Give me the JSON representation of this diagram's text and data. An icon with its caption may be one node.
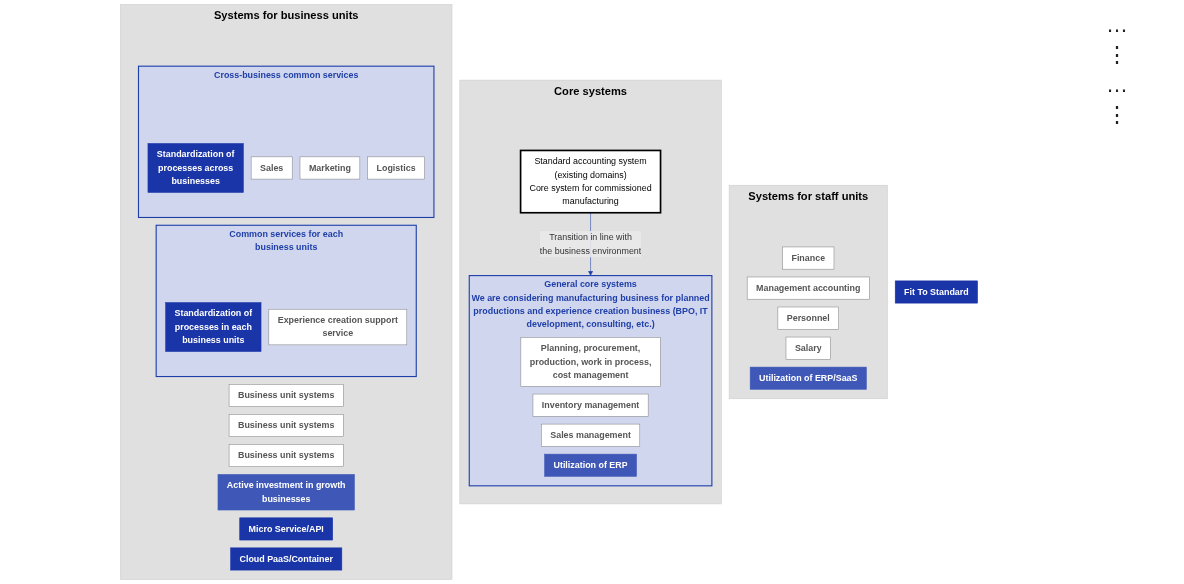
{
  "diagram": {
    "nodes": [
      {
        "text": [
          "Systems for business units"
        ]
      },
      {
        "text": [
          "Cross-business common services"
        ],
        "in": 0
      },
      {
        "text": [
          "Standardization of processes across businesses"
        ],
        "in": 1
      },
      {
        "text": [
          "Sales"
        ],
        "in": 1
      },
      {
        "text": [
          "Marketing"
        ],
        "in": 1
      },
      {
        "text": [
          "Logistics"
        ],
        "in": 1
      },
      {
        "text": [
          "Common services for each business units"
        ],
        "in": 0
      },
      {
        "text": [
          "Standardization of processes in each business units"
        ],
        "in": 6
      },
      {
        "text": [
          "Experience creation support service"
        ],
        "in": 6
      },
      {
        "text": [
          "Business unit systems"
        ],
        "in": 0
      },
      {
        "text": [
          "Business unit systems"
        ],
        "in": 0
      },
      {
        "text": [
          "Business unit systems"
        ],
        "in": 0
      },
      {
        "text": [
          "Active investment in growth businesses"
        ],
        "in": 0
      },
      {
        "text": [
          "Micro Service/API"
        ],
        "in": 0
      },
      {
        "text": [
          "Cloud PaaS/Container"
        ],
        "in": 0
      },
      {
        "text": [
          "Core systems"
        ]
      },
      {
        "text": [
          "Standard accounting system (existing domains)",
          "Core system for commissioned manufacturing"
        ],
        "in": 15
      },
      {
        "text": [
          "General core systems",
          "We are considering manufacturing business for planned productions and experience creation business (BPO, IT development, consulting, etc.)"
        ],
        "in": 15
      },
      {
        "text": [
          "Planning, procurement, production, work in process, cost management"
        ],
        "in": 17
      },
      {
        "text": [
          "Inventory management"
        ],
        "in": 17
      },
      {
        "text": [
          "Sales management"
        ],
        "in": 17
      },
      {
        "text": [
          "Utilization of ERP"
        ],
        "in": 17
      },
      {
        "text": [
          "Fit To Standard"
        ]
      },
      {
        "text": [
          "Systems for staff units"
        ]
      },
      {
        "text": [
          "Finance"
        ],
        "in": 23
      },
      {
        "text": [
          "Management accounting"
        ],
        "in": 23
      },
      {
        "text": [
          "Personnel"
        ],
        "in": 23
      },
      {
        "text": [
          "Salary"
        ],
        "in": 23
      },
      {
        "text": [
          "Utilization of ERP/SaaS"
        ],
        "in": 23
      }
    ],
    "edges": [
      {
        "from": 16,
        "to": 17,
        "arrow": "to",
        "label": "Transition in line with the business environment",
        "color": "#1f3fa8"
      }
    ],
    "labels": [
      "…",
      "⋮",
      "…",
      "⋮"
    ]
  }
}
